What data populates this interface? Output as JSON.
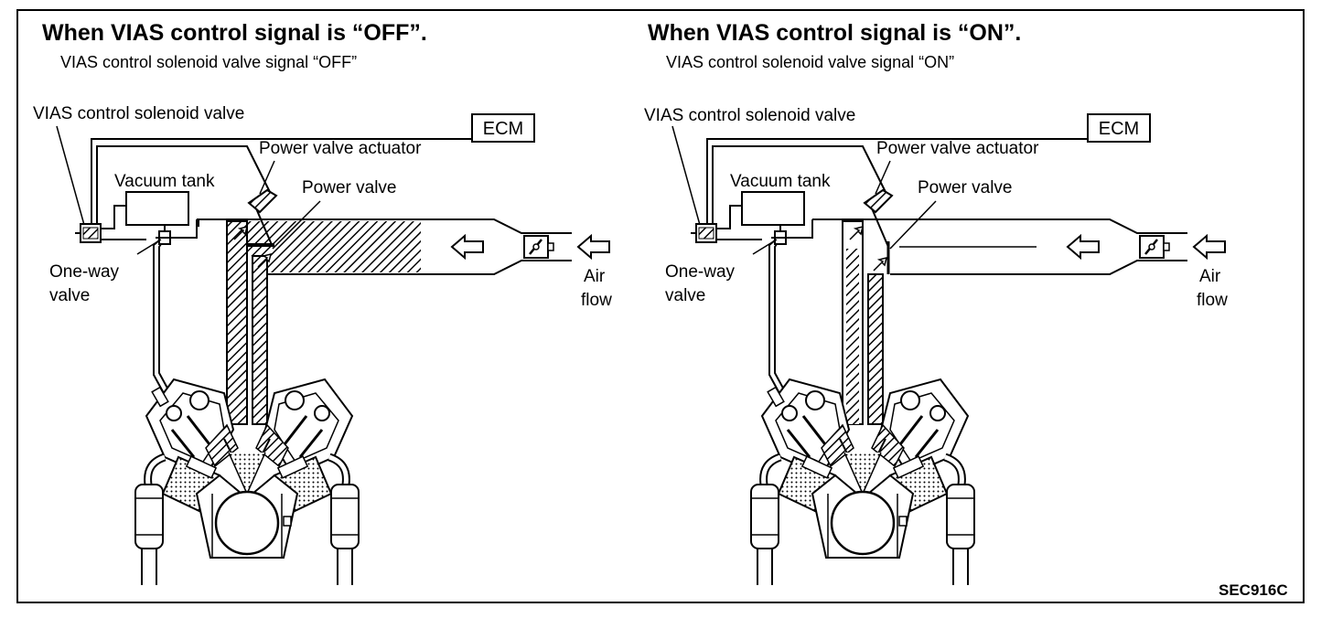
{
  "off_panel": {
    "title": "When VIAS control signal is “OFF”.",
    "subtitle": "VIAS control solenoid valve signal “OFF”",
    "labels": {
      "solenoid": "VIAS control solenoid valve",
      "ecm": "ECM",
      "actuator": "Power valve actuator",
      "vacuum_tank": "Vacuum tank",
      "power_valve": "Power valve",
      "one_way_1": "One-way",
      "one_way_2": "valve",
      "air_1": "Air",
      "air_2": "flow"
    }
  },
  "on_panel": {
    "title": "When VIAS control signal is “ON”.",
    "subtitle": "VIAS control solenoid valve signal “ON”",
    "labels": {
      "solenoid": "VIAS control solenoid valve",
      "ecm": "ECM",
      "actuator": "Power valve actuator",
      "vacuum_tank": "Vacuum tank",
      "power_valve": "Power valve",
      "one_way_1": "One-way",
      "one_way_2": "valve",
      "air_1": "Air",
      "air_2": "flow"
    }
  },
  "figure_code": "SEC916C"
}
